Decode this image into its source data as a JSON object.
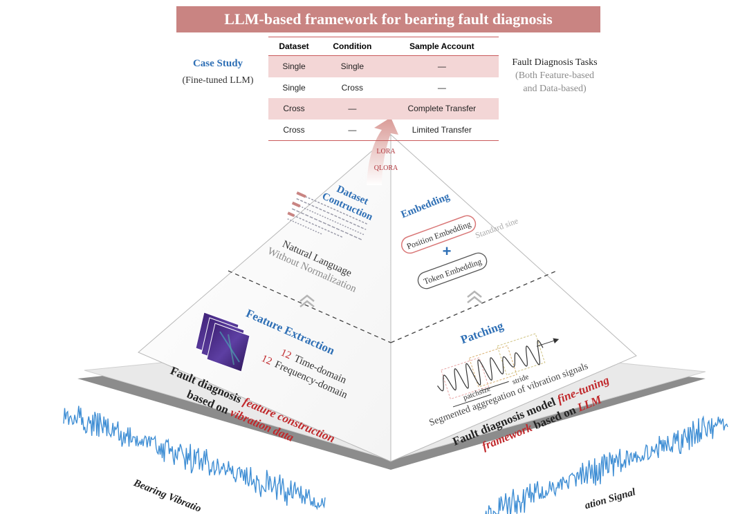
{
  "title": "LLM-based framework for bearing fault diagnosis",
  "case_study": {
    "title": "Case Study",
    "subtitle": "(Fine-tuned LLM)"
  },
  "tasks": {
    "title": "Fault Diagnosis Tasks",
    "subtitle_line1": "(Both Feature-based",
    "subtitle_line2": "and Data-based)"
  },
  "table": {
    "headers": [
      "Dataset",
      "Condition",
      "Sample Account"
    ],
    "rows": [
      [
        "Single",
        "Single",
        "—"
      ],
      [
        "Single",
        "Cross",
        "—"
      ],
      [
        "Cross",
        "—",
        "Complete Transfer"
      ],
      [
        "Cross",
        "—",
        "Limited Transfer"
      ]
    ]
  },
  "finetune": {
    "lora": "LORA",
    "qlora": "QLORA"
  },
  "left_face": {
    "dataset_construction_line1": "Dataset",
    "dataset_construction_line2": "Contruction",
    "natural_language": "Natural Language",
    "without_normalization": "Without Normalization",
    "feature_extraction": "Feature Extraction",
    "time_count": "12",
    "time_label": "Time-domain",
    "freq_count": "12",
    "freq_label": "Frequency-domain"
  },
  "right_face": {
    "embedding": "Embedding",
    "position_embedding": "Position Embedding",
    "standard_sine": "Standard sine",
    "plus": "+",
    "token_embedding": "Token Embedding",
    "patching": "Patching",
    "stride": "stride",
    "patchsize": "patchsize",
    "segmented_aggregation": "Segmented aggregation of vibration signals"
  },
  "base_left": {
    "line1_plain": "Fault diagnosis ",
    "line1_red": "feature construction",
    "line2_plain": "based on ",
    "line2_red": "vibration data"
  },
  "base_right": {
    "line1_plain": "Fault diagnosis model ",
    "line1_red": "fine-tuning",
    "line2_red": "framework",
    "line2_plain": " based on ",
    "line2_red2": "LLM"
  },
  "bottom": {
    "left": "Bearing Vibratio",
    "right": "ation Signal"
  },
  "colors": {
    "blue": "#2e6fb5",
    "red": "#c0282b",
    "title_bg": "#c98482",
    "wave": "#3f8ed4"
  }
}
